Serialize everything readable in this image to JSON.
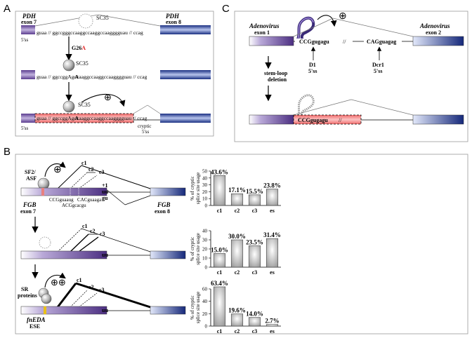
{
  "panelA": {
    "letter": "A",
    "exon_left": [
      "PDH",
      "exon 7"
    ],
    "exon_right": [
      "PDH",
      "exon 8"
    ],
    "sc35": "SC35",
    "seq_row1": "guaa // ggccgggccaaggccaaggccaagggguau // ccag",
    "seq_row2": "guaa // ggccggAgccaaggccaaggccaagggguau // ccag",
    "ss5": "5'ss",
    "mutation_prefix": "G26",
    "mutation_base": "A",
    "cryptic": [
      "cryptic",
      "5'ss"
    ],
    "plus": "⊕"
  },
  "panelB": {
    "letter": "B",
    "sf2": [
      "SF2/",
      "ASF"
    ],
    "sr": [
      "SR",
      "proteins"
    ],
    "ese": [
      "fnEDA",
      "ESE"
    ],
    "exon_left": [
      "FGB",
      "exon 7"
    ],
    "exon_right": [
      "FGB",
      "exon 8"
    ],
    "sites": [
      "c1",
      "c2",
      "c3"
    ],
    "plus_one": "+1",
    "uu": "uu",
    "gu": "gu",
    "seq_c1": "CCGguaaug",
    "seq_c2": "CACguaaga",
    "seq_c3": "ACGgcacgu",
    "plus": "⊕",
    "plusplus": "⊕⊕"
  },
  "panelC": {
    "letter": "C",
    "exon_left": [
      "Adenovirus",
      "exon 1"
    ],
    "exon_right": [
      "Adenovirus",
      "exon 2"
    ],
    "seq_left": "CCGgugagu",
    "seq_right": "CAGguagag",
    "d1": [
      "D1",
      "5'ss"
    ],
    "dcr1": [
      "Dcr1",
      "5'ss"
    ],
    "deletion": [
      "stem-loop",
      "deletion"
    ],
    "plus": "⊕"
  },
  "chart_data": [
    {
      "type": "bar",
      "categories": [
        "c1",
        "c2",
        "c3",
        "es"
      ],
      "values": [
        43.6,
        17.1,
        15.5,
        23.8
      ],
      "labels": [
        "43.6%",
        "17.1%",
        "15.5%",
        "23.8%"
      ],
      "ylabel": "% of cryptic splice site usage",
      "ylim": [
        0,
        50
      ],
      "yticks": [
        0,
        10,
        20,
        30,
        40,
        50
      ]
    },
    {
      "type": "bar",
      "categories": [
        "c1",
        "c2",
        "c3",
        "es"
      ],
      "values": [
        15.0,
        30.0,
        23.5,
        31.4
      ],
      "labels": [
        "15.0%",
        "30.0%",
        "23.5%",
        "31.4%"
      ],
      "ylabel": "% of cryptic splice site usage",
      "ylim": [
        0,
        40
      ],
      "yticks": [
        0,
        10,
        20,
        30,
        40
      ]
    },
    {
      "type": "bar",
      "categories": [
        "c1",
        "c2",
        "c3",
        "es"
      ],
      "values": [
        63.4,
        19.6,
        14.0,
        2.7
      ],
      "labels": [
        "63.4%",
        "19.6%",
        "14.0%",
        "2.7%"
      ],
      "ylabel": "% of cryptic splice site usage",
      "ylim": [
        0,
        60
      ],
      "yticks": [
        0,
        20,
        40,
        60
      ]
    }
  ]
}
